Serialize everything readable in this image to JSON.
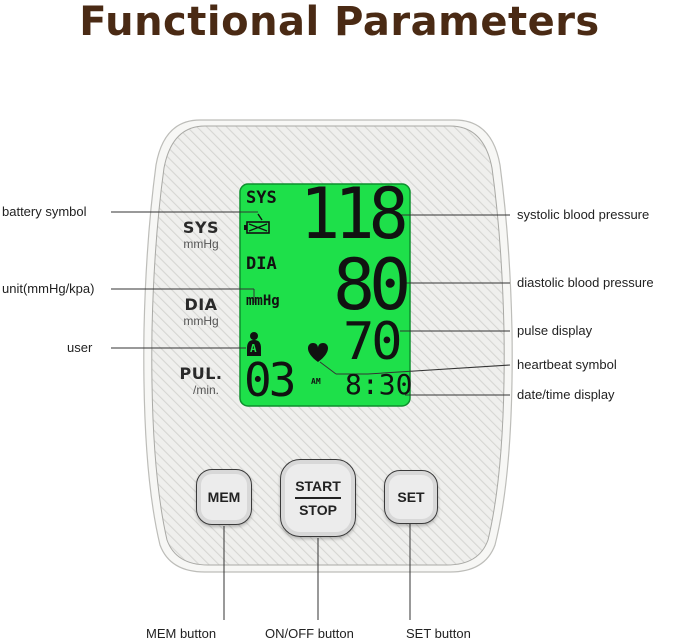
{
  "title": "Functional Parameters",
  "device": {
    "labels": [
      {
        "id": "sys",
        "main": "SYS",
        "unit": "mmHg"
      },
      {
        "id": "dia",
        "main": "DIA",
        "unit": "mmHg"
      },
      {
        "id": "pul",
        "main": "PUL.",
        "unit": "/min."
      }
    ],
    "lcd": {
      "sys_label": "SYS",
      "dia_label": "DIA",
      "unit_label": "mmHg",
      "user_letter": "A",
      "systolic": "118",
      "diastolic": "80",
      "pulse": "70",
      "memory": "03",
      "ampm": "AM",
      "time": "8:30",
      "screen_color": "#1ee04a"
    },
    "buttons": {
      "mem": "MEM",
      "start": "START",
      "stop": "STOP",
      "set": "SET"
    }
  },
  "callouts": {
    "left": [
      {
        "id": "battery",
        "text": "battery symbol"
      },
      {
        "id": "unit",
        "text": "unit(mmHg/kpa)"
      },
      {
        "id": "user",
        "text": "user"
      }
    ],
    "right": [
      {
        "id": "systolic",
        "text": "systolic blood pressure"
      },
      {
        "id": "diastolic",
        "text": "diastolic blood pressure"
      },
      {
        "id": "pulse",
        "text": "pulse display"
      },
      {
        "id": "heartbeat",
        "text": "heartbeat symbol"
      },
      {
        "id": "datetime",
        "text": "date/time display"
      }
    ],
    "bottom": [
      {
        "id": "mem",
        "text": "MEM button"
      },
      {
        "id": "onoff",
        "text": "ON/OFF button"
      },
      {
        "id": "set",
        "text": "SET button"
      }
    ]
  }
}
